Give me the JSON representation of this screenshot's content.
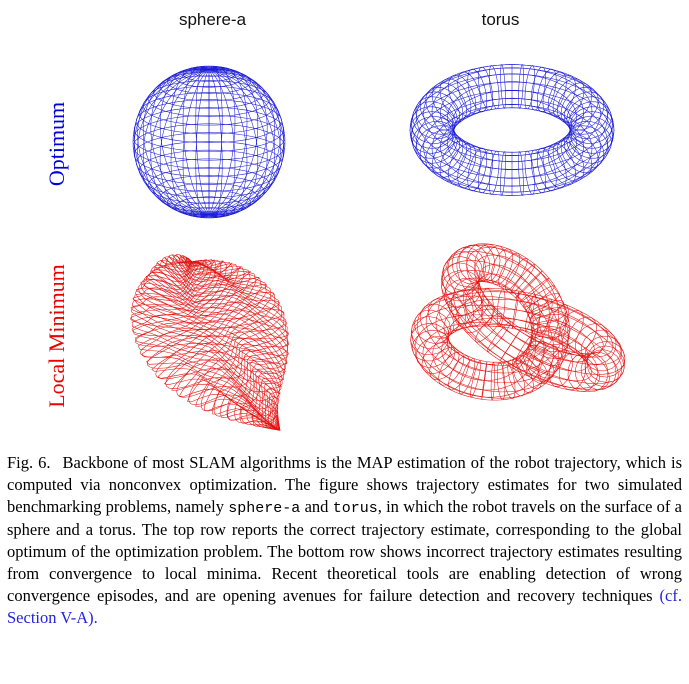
{
  "figure": {
    "columns": [
      {
        "label": "sphere-a"
      },
      {
        "label": "torus"
      }
    ],
    "rows": [
      {
        "label": "Optimum",
        "color": "#0000dd"
      },
      {
        "label": "Local Minimum",
        "color": "#ee0000"
      }
    ],
    "panels": [
      {
        "id": "panel-0",
        "shape": "sphere",
        "state": "optimum",
        "color": "#1c1cd6"
      },
      {
        "id": "panel-1",
        "shape": "torus",
        "state": "optimum",
        "color": "#1c1cd6"
      },
      {
        "id": "panel-2",
        "shape": "sphere-distorted",
        "state": "local-minimum",
        "color": "#e41414"
      },
      {
        "id": "panel-3",
        "shape": "torus-distorted",
        "state": "local-minimum",
        "color": "#e41414"
      }
    ]
  },
  "caption": {
    "parts": [
      {
        "name": "caption-fig-label",
        "style": "label",
        "text": "Fig. 6."
      },
      {
        "name": "caption-text",
        "style": "normal",
        "text": "Backbone of most SLAM algorithms is the MAP estimation of the robot trajectory, which is computed via nonconvex optimization. The figure shows trajectory estimates for two simulated benchmarking problems, namely "
      },
      {
        "name": "caption-mono-sphere-a",
        "style": "mono",
        "text": "sphere-a"
      },
      {
        "name": "caption-text",
        "style": "normal",
        "text": " and "
      },
      {
        "name": "caption-mono-torus",
        "style": "mono",
        "text": "torus"
      },
      {
        "name": "caption-text",
        "style": "normal",
        "text": ", in which the robot travels on the surface of a sphere and a torus. The top row reports the correct trajectory estimate, corresponding to the global optimum of the optimization problem. The bottom row shows incorrect trajectory estimates resulting from convergence to local minima. Recent theoretical tools are enabling detection of wrong convergence episodes, and are opening avenues for failure detection and recovery techniques "
      },
      {
        "name": "caption-section-link",
        "style": "link",
        "text": "(cf. Section V-A)."
      }
    ]
  }
}
